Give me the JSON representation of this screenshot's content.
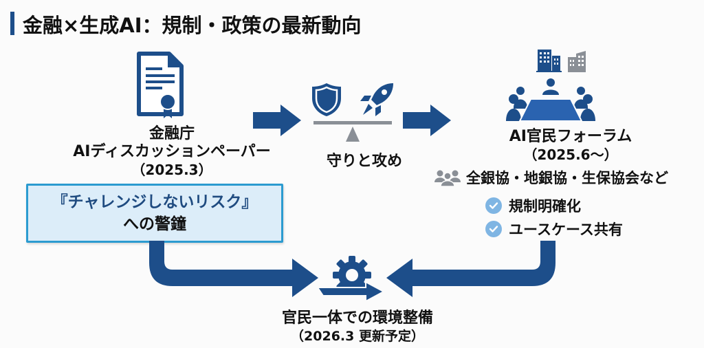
{
  "title": "金融×生成AI：規制・政策の最新動向",
  "colors": {
    "primary": "#1d4e8a",
    "accent_light": "#dcedf9",
    "accent_border": "#2b9bd0",
    "check": "#7fb5e3",
    "gray": "#8a8f96"
  },
  "nodes": {
    "fsa": {
      "icon": "certificate-document-icon",
      "name": "金融庁",
      "document": "AIディスカッションペーパー",
      "date": "（2025.3）"
    },
    "callout": {
      "line1": "『チャレンジしないリスク』",
      "line2": "への警鐘"
    },
    "balance": {
      "icons": [
        "shield-icon",
        "rocket-icon",
        "balance-scale-icon"
      ],
      "label": "守りと攻め"
    },
    "forum": {
      "icon": "meeting-buildings-icon",
      "name": "AI官民フォーラム",
      "date": "（2025.6〜）",
      "members_icon": "group-icon",
      "members": "全銀協・地銀協・生保協会など",
      "checks": [
        "規制明確化",
        "ユースケース共有"
      ]
    },
    "outcome": {
      "icon": "gear-progress-icon",
      "label": "官民一体での環境整備",
      "date": "（2026.3 更新予定）"
    }
  }
}
